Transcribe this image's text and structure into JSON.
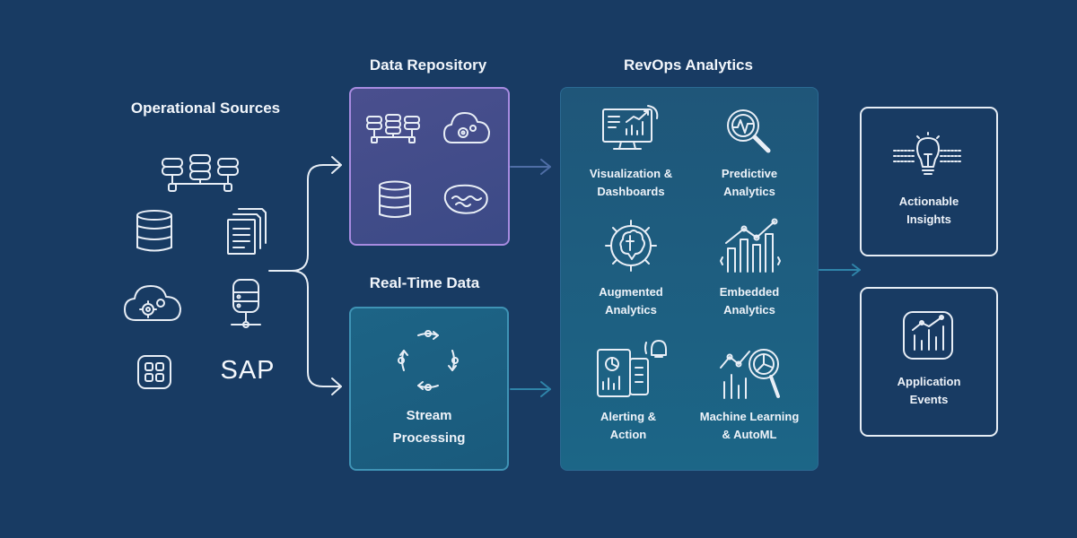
{
  "headings": {
    "operational_sources": "Operational Sources",
    "data_repository": "Data Repository",
    "real_time_data": "Real-Time Data",
    "revops_analytics": "RevOps Analytics"
  },
  "sources": {
    "sap_label": "SAP",
    "icons": [
      "database-network-icon",
      "database-icon",
      "documents-icon",
      "cloud-gear-icon",
      "server-icon",
      "app-grid-icon"
    ]
  },
  "repository": {
    "icons": [
      "database-network-icon",
      "cloud-gear-icon",
      "database-icon",
      "data-lake-icon"
    ]
  },
  "real_time": {
    "label": "Stream\nProcessing",
    "icon": "cycle-icon"
  },
  "analytics": [
    {
      "label": "Visualization &\nDashboards",
      "icon": "dashboard-monitor-icon"
    },
    {
      "label": "Predictive\nAnalytics",
      "icon": "magnifier-chart-icon"
    },
    {
      "label": "Augmented\nAnalytics",
      "icon": "brain-gear-icon"
    },
    {
      "label": "Embedded\nAnalytics",
      "icon": "bar-chart-icon"
    },
    {
      "label": "Alerting &\nAction",
      "icon": "alert-tablet-icon"
    },
    {
      "label": "Machine Learning\n& AutoML",
      "icon": "ml-chart-icon"
    }
  ],
  "outputs": [
    {
      "label": "Actionable\nInsights",
      "icon": "lightbulb-icon"
    },
    {
      "label": "Application\nEvents",
      "icon": "app-chart-icon"
    }
  ],
  "colors": {
    "background": "#183b63",
    "repository_border": "#a78be0",
    "realtime_border": "#3f93b5",
    "arrows": "#e6edf5"
  }
}
